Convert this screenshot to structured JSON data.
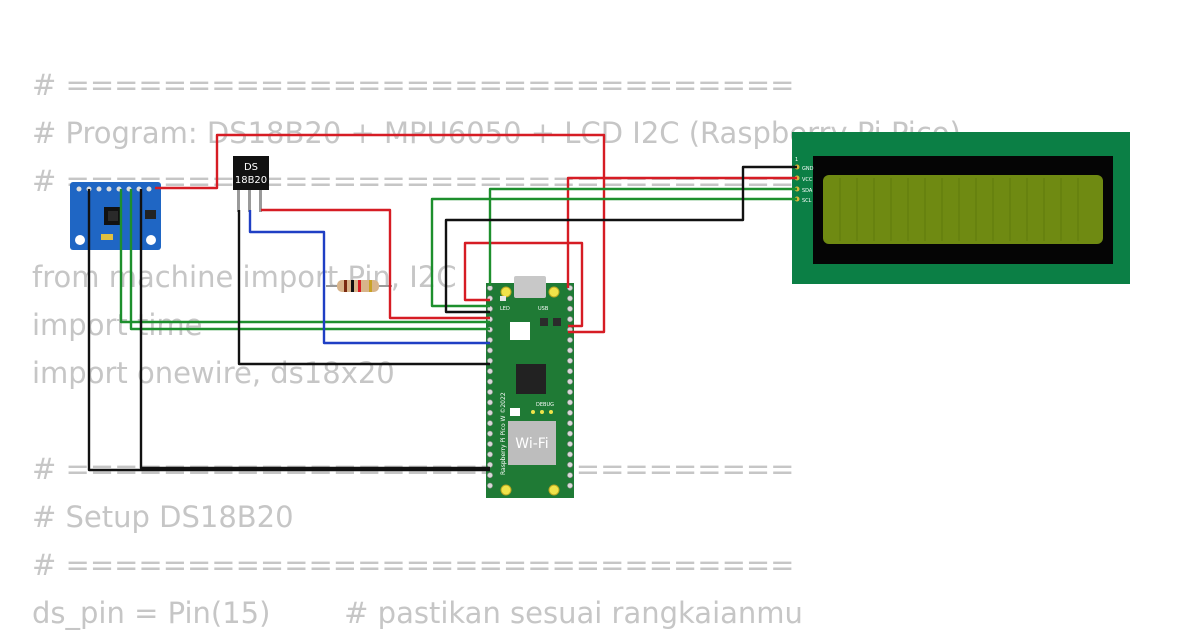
{
  "code_lines": [
    "# ==============================",
    "# Program: DS18B20 + MPU6050 + LCD I2C (Raspberry Pi Pico)",
    "# ==============================",
    "",
    "from machine import Pin, I2C",
    "import time",
    "import onewire, ds18x20",
    "",
    "# ==============================",
    "# Setup DS18B20",
    "# ==============================",
    "ds_pin = Pin(15)        # pastikan sesuai rangkaianmu"
  ],
  "sensor": {
    "label_line1": "DS",
    "label_line2": "18B20"
  },
  "lcd": {
    "pins": [
      "GND",
      "VCC",
      "SDA",
      "SCL"
    ],
    "pin1_marker": "1"
  },
  "pico": {
    "led_label": "LED",
    "usb_label": "USB",
    "debug_label": "DEBUG",
    "model_label": "Raspberry Pi Pico W ©2022",
    "wifi_label": "Wi-Fi"
  },
  "colors": {
    "wire_red": "#d61c24",
    "wire_green": "#1d8f2d",
    "wire_black": "#111111",
    "wire_blue": "#1f3fc4",
    "lcd_board": "#0b7f45",
    "lcd_screen": "#6f8a12",
    "pico_board": "#1f7a35",
    "mpu_board": "#1f66c4"
  }
}
